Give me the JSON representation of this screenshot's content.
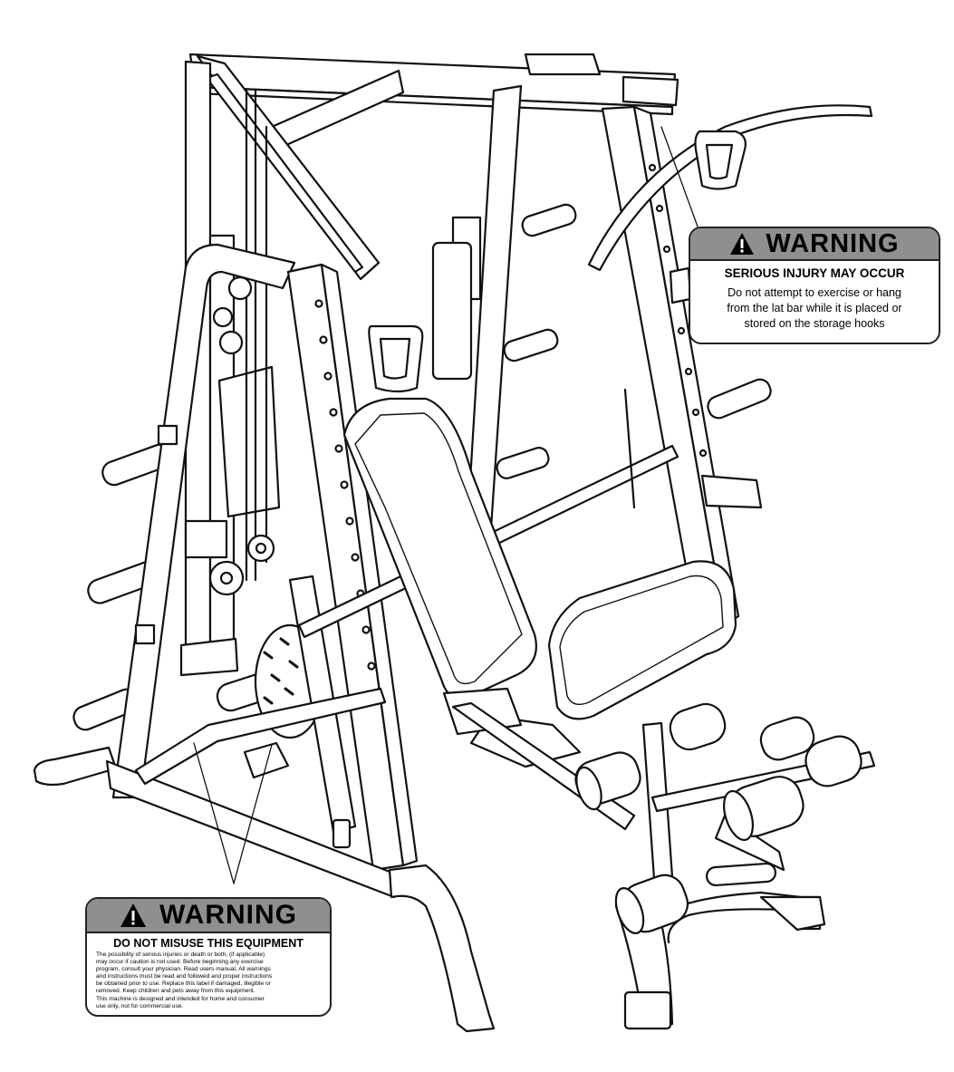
{
  "warning_labels": [
    {
      "heading": "WARNING",
      "subheading": "SERIOUS INJURY MAY OCCUR",
      "body_lines": [
        "Do not attempt to exercise or hang",
        "from the lat bar while it is placed or",
        "stored on the storage hooks"
      ]
    },
    {
      "heading": "WARNING",
      "subheading": "DO NOT MISUSE THIS EQUIPMENT",
      "body_lines": [
        "The possibility of serious injuries or death or both, (if applicable)",
        "may occur if caution is not used. Before beginning any exercise",
        "program, consult your physician. Read users manual. All warnings",
        "and instructions must be read and followed and proper instructions",
        "be obtained prior to use. Replace this label if damaged, illegible or",
        "removed. Keep children and pets away from this equipment.",
        "This machine is designed and intended for home and consumer",
        "use only, not for commercial use."
      ]
    }
  ],
  "colors": {
    "line": "#111111",
    "label_header": "#8f8f8f",
    "background": "#ffffff"
  },
  "icons": [
    "warning-triangle-icon"
  ]
}
